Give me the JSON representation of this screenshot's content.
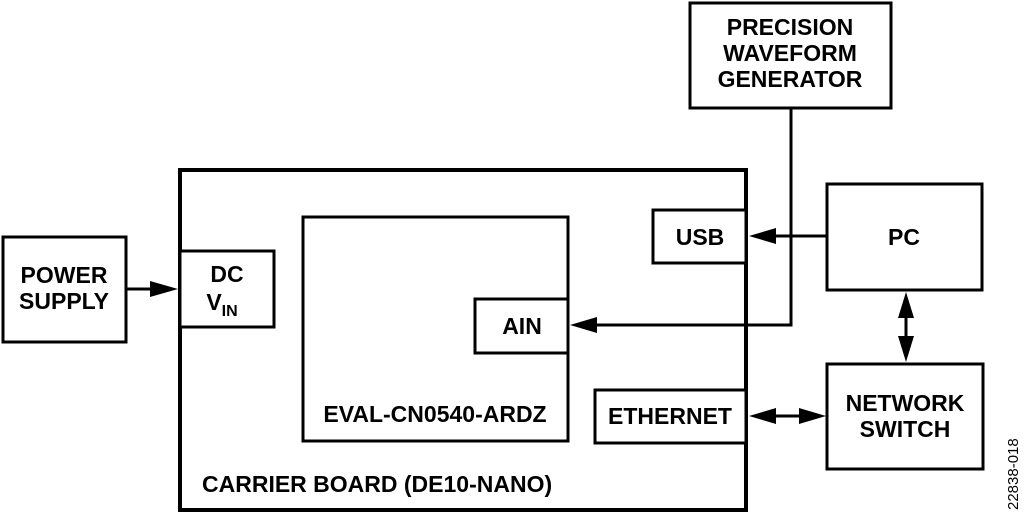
{
  "diagram": {
    "blocks": {
      "power_supply": {
        "line1": "POWER",
        "line2": "SUPPLY"
      },
      "dc_vin": {
        "line1": "DC",
        "v": "V",
        "sub": "IN"
      },
      "carrier_board": {
        "label": "CARRIER BOARD (DE10-NANO)"
      },
      "eval_board": {
        "label": "EVAL-CN0540-ARDZ"
      },
      "ain": {
        "label": "AIN"
      },
      "usb": {
        "label": "USB"
      },
      "ethernet": {
        "label": "ETHERNET"
      },
      "waveform_generator": {
        "line1": "PRECISION",
        "line2": "WAVEFORM",
        "line3": "GENERATOR"
      },
      "pc": {
        "label": "PC"
      },
      "network_switch": {
        "line1": "NETWORK",
        "line2": "SWITCH"
      }
    },
    "connections": [
      {
        "from": "POWER SUPPLY",
        "to": "DC VIN",
        "direction": "one-way"
      },
      {
        "from": "PRECISION WAVEFORM GENERATOR",
        "to": "AIN",
        "direction": "one-way"
      },
      {
        "from": "PC",
        "to": "USB",
        "direction": "one-way"
      },
      {
        "from": "PC",
        "to": "NETWORK SWITCH",
        "direction": "two-way"
      },
      {
        "from": "ETHERNET",
        "to": "NETWORK SWITCH",
        "direction": "two-way"
      }
    ],
    "figure_id": "22838-018"
  }
}
